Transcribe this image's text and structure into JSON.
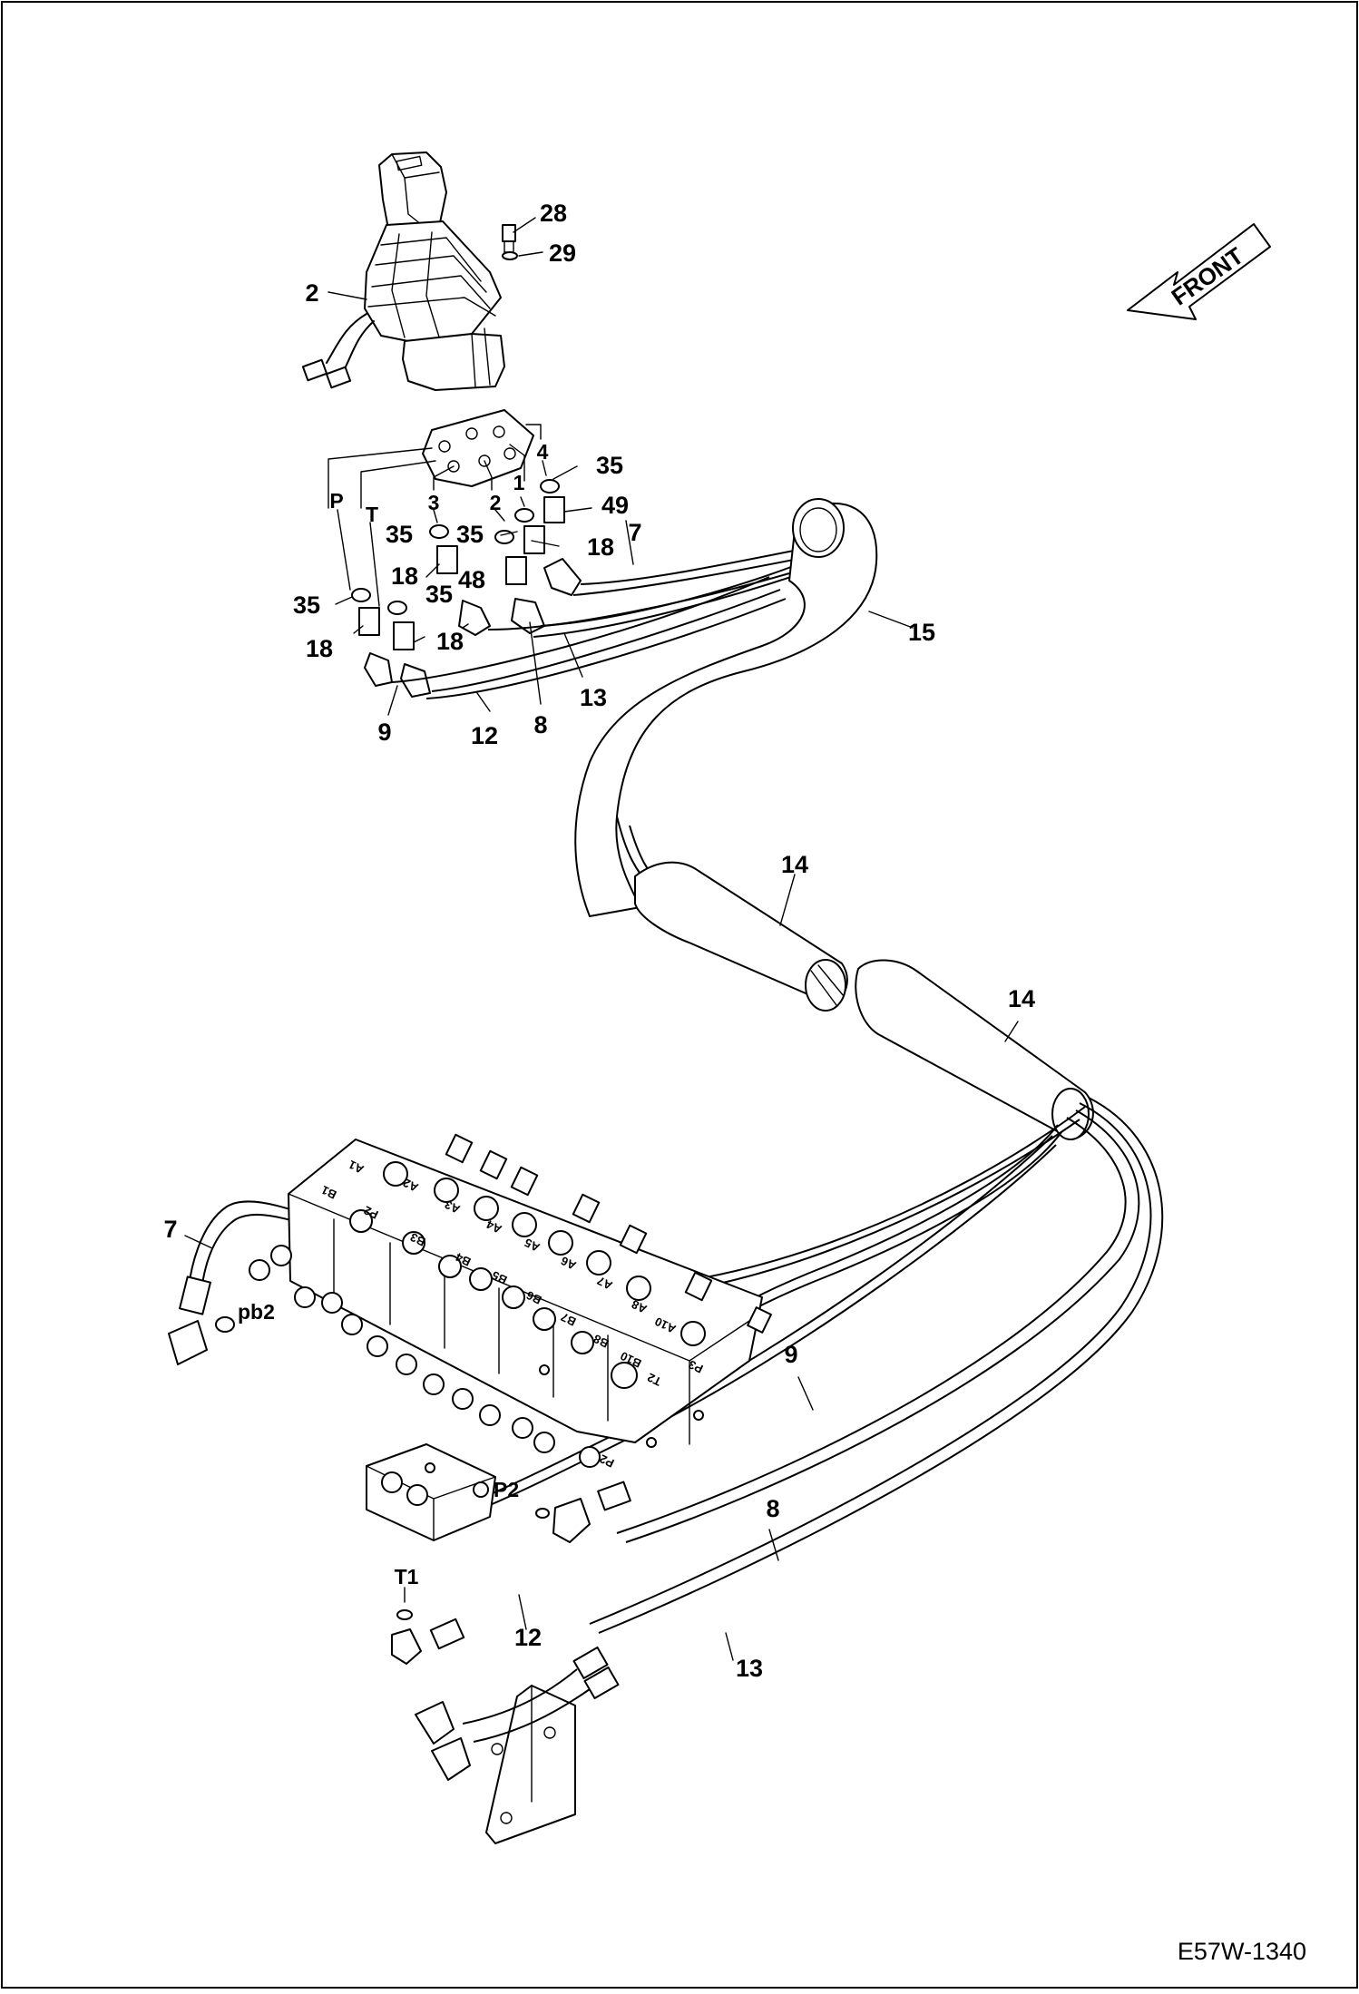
{
  "drawing_code": "E57W-1340",
  "front_label": "FRONT",
  "port_letters": {
    "p": "P",
    "t": "T",
    "port_1": "1",
    "port_2": "2",
    "port_3": "3",
    "port_4": "4",
    "pb2": "pb2",
    "p2": "P2",
    "t1": "T1"
  },
  "callouts": {
    "c28": "28",
    "c29": "29",
    "c2": "2",
    "c35a": "35",
    "c49": "49",
    "c35b": "35",
    "c35c": "35",
    "c18a": "18",
    "c7a": "7",
    "c18b": "18",
    "c48": "48",
    "c35d": "35",
    "c35e": "35",
    "c18c": "18",
    "c18d": "18",
    "c15": "15",
    "c13a": "13",
    "c9a": "9",
    "c12a": "12",
    "c8a": "8",
    "c14a": "14",
    "c14b": "14",
    "c7b": "7",
    "c9b": "9",
    "c8b": "8",
    "c12b": "12",
    "c13b": "13"
  },
  "spool_labels": [
    "A1",
    "B1",
    "A2",
    "P2",
    "A3",
    "B3",
    "A4",
    "B4",
    "A5",
    "B5",
    "A6",
    "B6",
    "A7",
    "B7",
    "A8",
    "B8",
    "A10",
    "B10",
    "T2",
    "P3",
    "P2"
  ]
}
